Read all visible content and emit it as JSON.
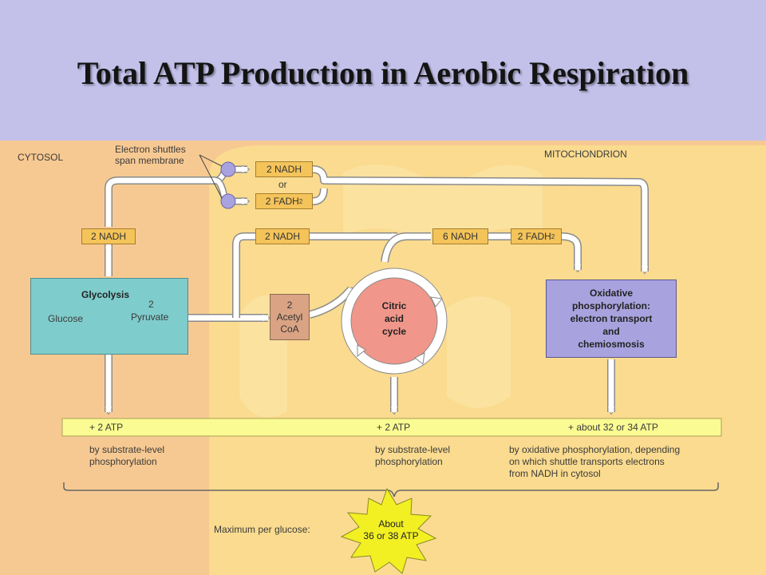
{
  "title": "Total ATP Production in Aerobic Respiration",
  "colors": {
    "header_bg": "#c3c1ea",
    "cytosol_bg": "#f7c992",
    "mitochondrion": "#f9dd8f",
    "glycolysis_box": "#7fcccc",
    "citric_cycle": "#f0968a",
    "oxidative_box": "#a8a2de",
    "nadh_box": "#f4c45a",
    "atp_bar": "#fafb92",
    "starburst": "#f2f022"
  },
  "regions": {
    "cytosol": "CYTOSOL",
    "mitochondrion": "MITOCHONDRION"
  },
  "shuttles": {
    "label_line1": "Electron shuttles",
    "label_line2": "span membrane",
    "nadh": "2 NADH",
    "or": "or",
    "fadh": "2 FADH",
    "fadh_sub": "2"
  },
  "carriers": {
    "glycolysis_nadh": "2 NADH",
    "pyruvate_nadh": "2 NADH",
    "cycle_nadh": "6 NADH",
    "cycle_fadh": "2 FADH",
    "cycle_fadh_sub": "2"
  },
  "glycolysis": {
    "title": "Glycolysis",
    "glucose": "Glucose",
    "two": "2",
    "pyruvate": "Pyruvate"
  },
  "acetyl": {
    "line1": "2",
    "line2": "Acetyl",
    "line3": "CoA"
  },
  "citric": {
    "line1": "Citric",
    "line2": "acid",
    "line3": "cycle"
  },
  "oxidative": {
    "line1": "Oxidative",
    "line2": "phosphorylation:",
    "line3": "electron transport",
    "line4": "and",
    "line5": "chemiosmosis"
  },
  "atp": {
    "glycolysis": "+ 2  ATP",
    "citric": "+ 2  ATP",
    "oxidative": "+ about 32 or 34 ATP"
  },
  "notes": {
    "substrate1_line1": "by substrate-level",
    "substrate1_line2": "phosphorylation",
    "substrate2_line1": "by substrate-level",
    "substrate2_line2": "phosphorylation",
    "oxidative_line1": "by oxidative phosphorylation, depending",
    "oxidative_line2": "on which shuttle transports electrons",
    "oxidative_line3": "from NADH in cytosol"
  },
  "maximum": {
    "label": "Maximum per glucose:",
    "line1": "About",
    "line2": "36 or 38 ATP"
  }
}
